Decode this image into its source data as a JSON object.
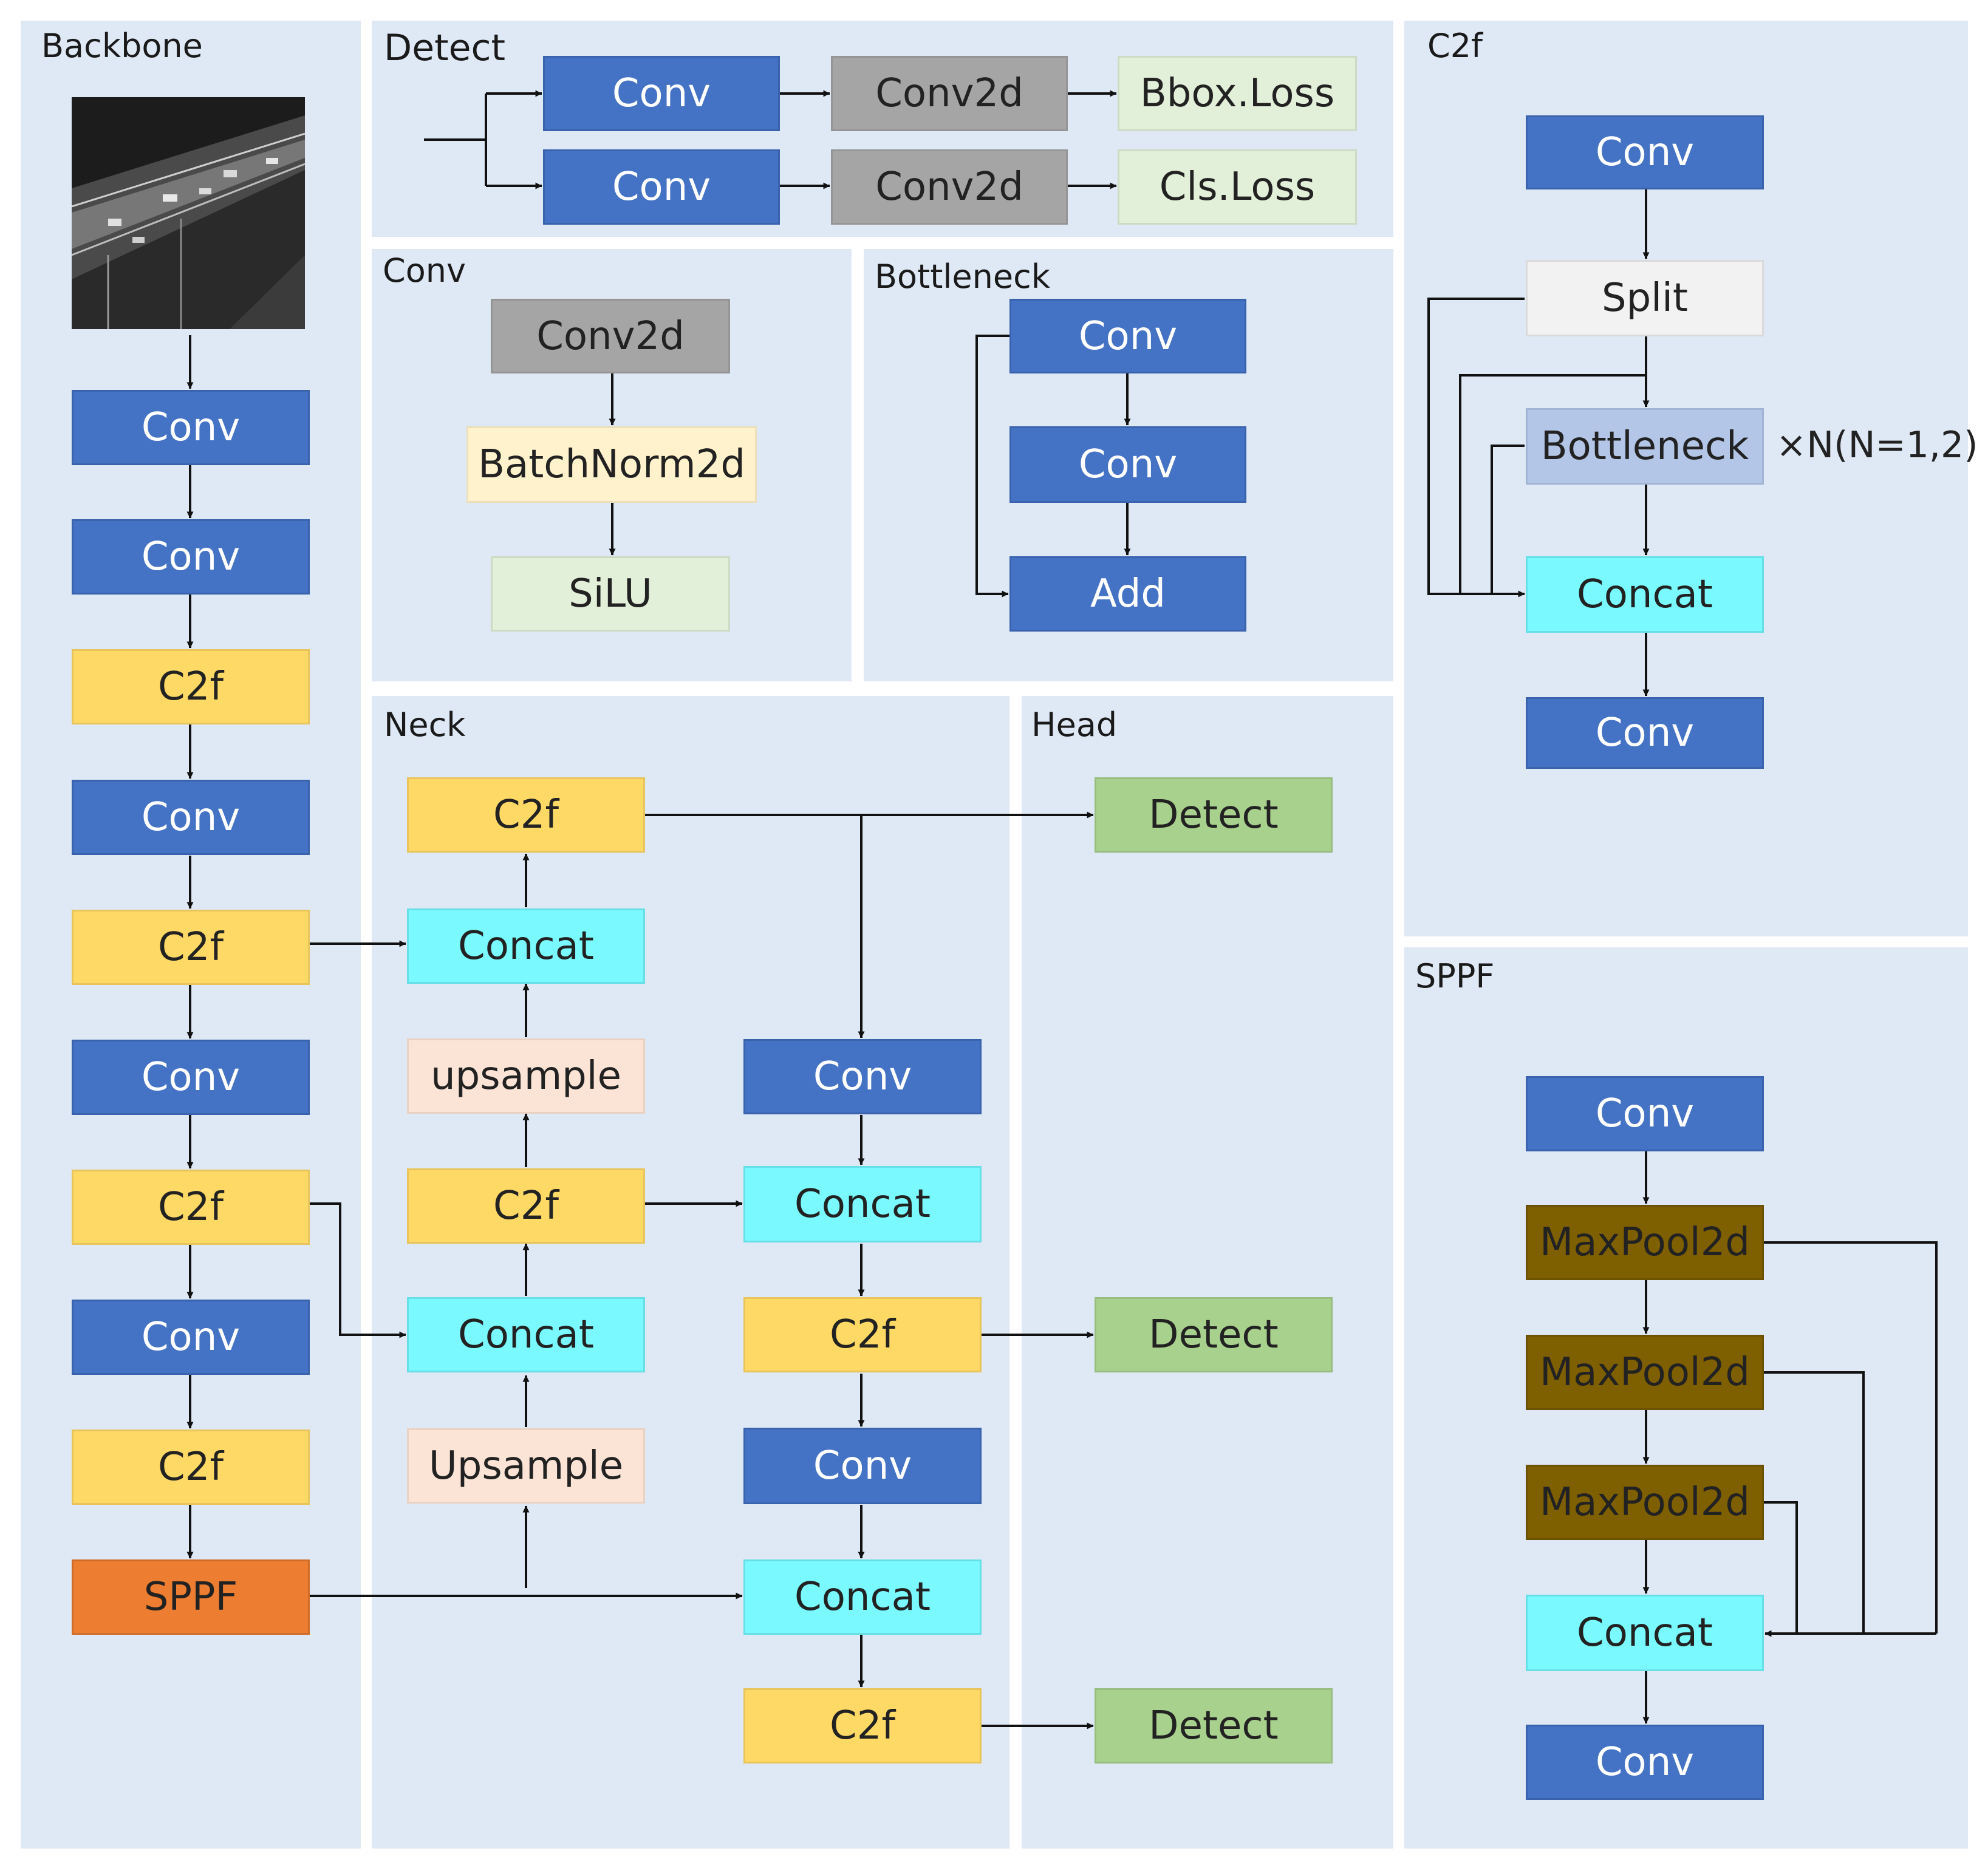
{
  "panels": {
    "backbone": "Backbone",
    "detect": "Detect",
    "conv": "Conv",
    "bottleneck": "Bottleneck",
    "neck": "Neck",
    "head": "Head",
    "c2f": "C2f",
    "sppf": "SPPF"
  },
  "backbone": {
    "input_image": "input-image",
    "blocks": [
      "Conv",
      "Conv",
      "C2f",
      "Conv",
      "C2f",
      "Conv",
      "C2f",
      "Conv",
      "C2f",
      "SPPF"
    ]
  },
  "detect": {
    "rows": [
      {
        "conv": "Conv",
        "conv2d": "Conv2d",
        "loss": "Bbox.Loss"
      },
      {
        "conv": "Conv",
        "conv2d": "Conv2d",
        "loss": "Cls.Loss"
      }
    ]
  },
  "conv_block": {
    "conv2d": "Conv2d",
    "batchnorm": "BatchNorm2d",
    "act": "SiLU"
  },
  "bottleneck_block": {
    "conv1": "Conv",
    "conv2": "Conv",
    "add": "Add"
  },
  "neck": {
    "left": {
      "c2f_top": "C2f",
      "concat_top": "Concat",
      "upsample_top": "upsample",
      "c2f_mid": "C2f",
      "concat_mid": "Concat",
      "upsample_bottom": "Upsample"
    },
    "right": {
      "conv_1": "Conv",
      "concat_1": "Concat",
      "c2f_1": "C2f",
      "conv_2": "Conv",
      "concat_2": "Concat",
      "c2f_2": "C2f"
    }
  },
  "head": {
    "detect_1": "Detect",
    "detect_2": "Detect",
    "detect_3": "Detect"
  },
  "c2f_block": {
    "conv_in": "Conv",
    "split": "Split",
    "bottleneck": "Bottleneck",
    "repeat": "×N(N=1,2)",
    "concat": "Concat",
    "conv_out": "Conv"
  },
  "sppf_block": {
    "conv_in": "Conv",
    "pool_1": "MaxPool2d",
    "pool_2": "MaxPool2d",
    "pool_3": "MaxPool2d",
    "concat": "Concat",
    "conv_out": "Conv"
  },
  "colors": {
    "panel_bg": "#dfe9f5",
    "conv": "#4472c4",
    "c2f": "#ffd966",
    "sppf": "#ed7d31",
    "concat": "#7af9ff",
    "upsample": "#fbe4d5",
    "detect": "#a9d18e",
    "conv2d": "#a5a5a5",
    "loss": "#e2efd9",
    "batchnorm": "#fff2cc",
    "split": "#f2f2f2",
    "bottleneck": "#b4c6e7",
    "maxpool": "#7f6000",
    "arrow": "#111111"
  }
}
